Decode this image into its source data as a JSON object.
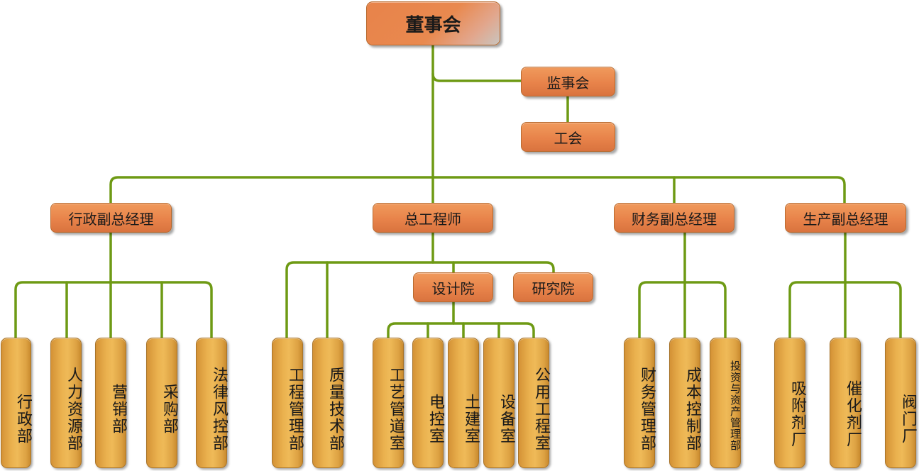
{
  "diagram": {
    "board": "董事会",
    "supervisory_board": "监事会",
    "union": "工会",
    "managers": {
      "admin_vp": "行政副总经理",
      "chief_engineer": "总工程师",
      "finance_vp": "财务副总经理",
      "production_vp": "生产副总经理"
    },
    "institutes": {
      "design": "设计院",
      "research": "研究院"
    },
    "departments": {
      "admin": "行政部",
      "hr": "人力资源部",
      "marketing": "营销部",
      "procurement": "采购部",
      "legal_risk": "法律风控部",
      "project_mgmt": "工程管理部",
      "quality_tech": "质量技术部",
      "process_pipeline": "工艺管道室",
      "electrical_control": "电控室",
      "civil": "土建室",
      "equipment": "设备室",
      "utility_eng": "公用工程室",
      "finance_mgmt": "财务管理部",
      "cost_control": "成本控制部",
      "investment_asset": "投资与资产管理部",
      "adsorbent_plant": "吸附剂厂",
      "catalyst_plant": "催化剂厂",
      "valve_plant": "阀门厂"
    }
  },
  "colors": {
    "connector": "#6e9a14",
    "header_box": "#e8834a",
    "leaf_box": "#e3a744"
  }
}
